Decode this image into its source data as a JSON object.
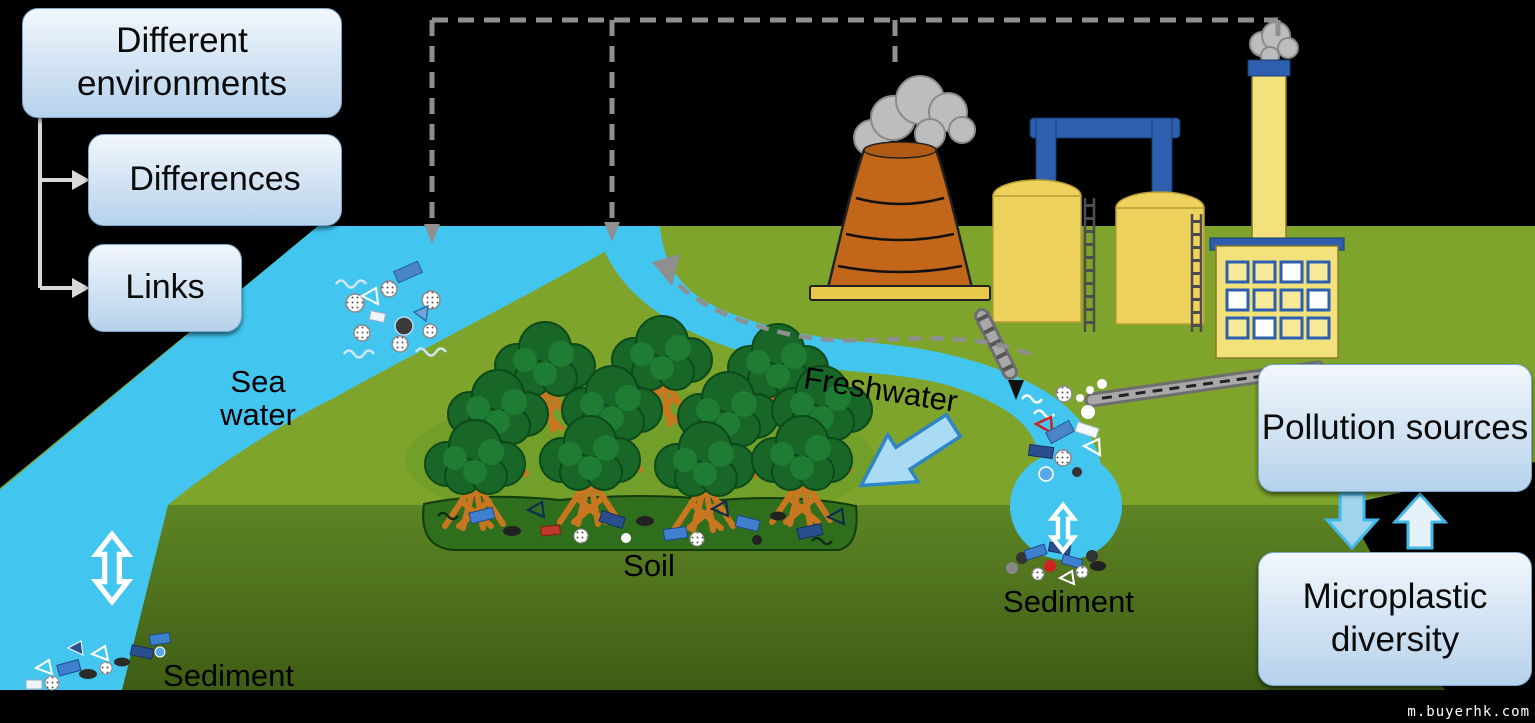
{
  "callouts": {
    "different_environments": "Different environments",
    "differences": "Differences",
    "links": "Links",
    "pollution_sources": "Pollution sources",
    "microplastic_diversity": "Microplastic diversity"
  },
  "map_labels": {
    "sea_water": "Sea water",
    "freshwater": "Freshwater",
    "soil": "Soil",
    "sediment_sea": "Sediment",
    "sediment_river": "Sediment"
  },
  "watermark": "m.buyerhk.com",
  "colors": {
    "background": "#000000",
    "land_top": "#7fa42c",
    "water": "#42c6f0",
    "soil_band": "#2f6e1d",
    "tree_canopy": "#186628",
    "tower_orange": "#c2661a",
    "tank_yellow": "#eed25e",
    "factory_yellow": "#f3e17c",
    "industrial_blue": "#2e5fae",
    "smoke_gray": "#bdbdbd",
    "dashed_gray": "#8f8f8f"
  }
}
